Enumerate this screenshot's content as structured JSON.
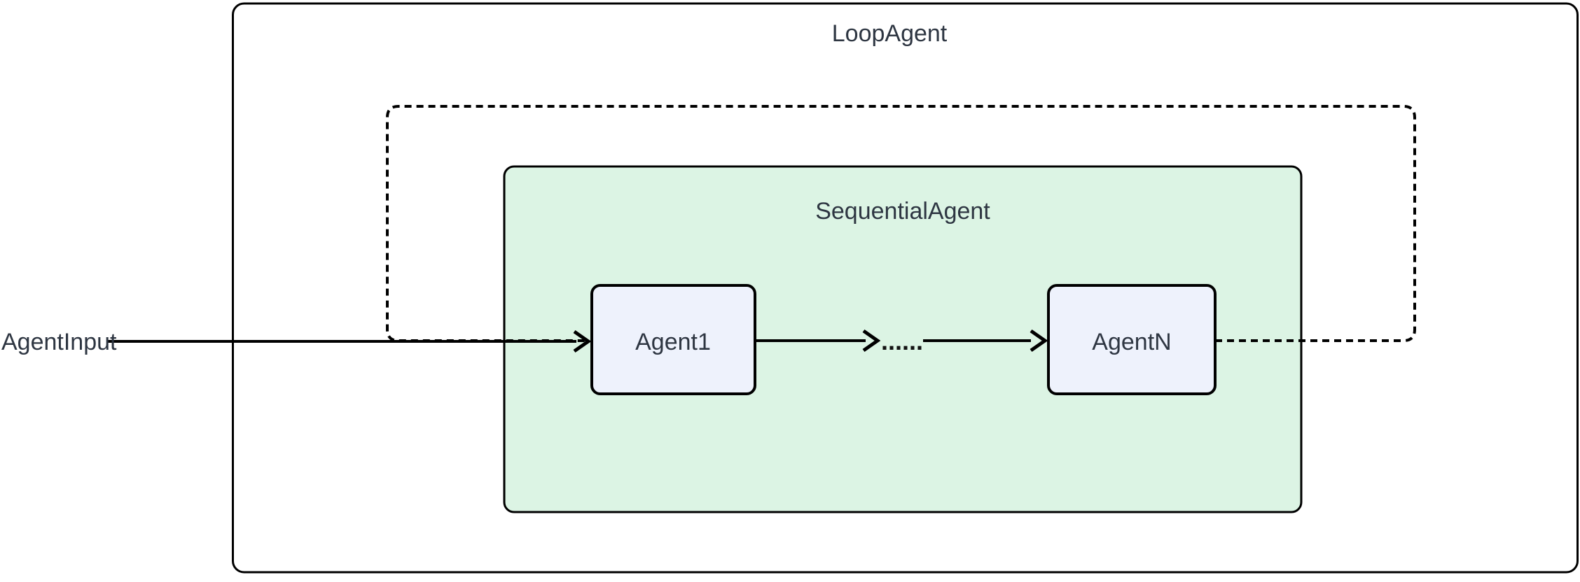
{
  "diagram": {
    "loop_container_label": "LoopAgent",
    "sequential_container_label": "SequentialAgent",
    "agent1_label": "Agent1",
    "agent_n_label": "AgentN",
    "input_label": "AgentInput",
    "ellipsis_label": "......"
  },
  "colors": {
    "background": "#ffffff",
    "outer_container_fill": "#ffffff",
    "sequential_fill": "#dcf4e4",
    "node_fill": "#eef2fc",
    "stroke": "#000000",
    "text": "#2e3642"
  }
}
